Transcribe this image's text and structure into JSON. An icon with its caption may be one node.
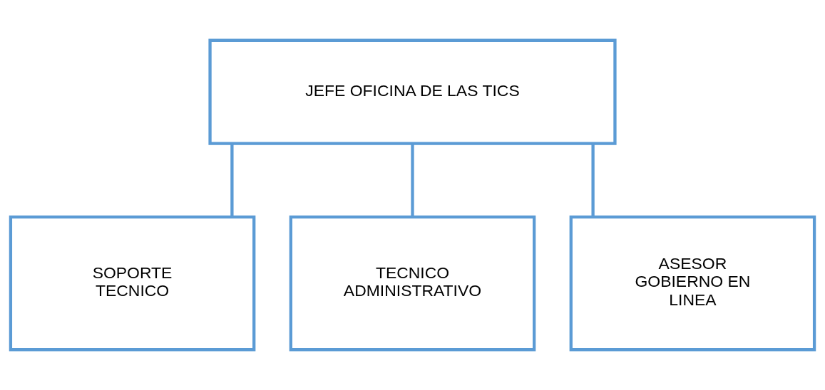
{
  "diagram": {
    "nodes": [
      {
        "text": [
          "JEFE OFICINA DE LAS TICS"
        ]
      },
      {
        "text": [
          "SOPORTE TECNICO"
        ]
      },
      {
        "text": [
          "TECNICO ADMINISTRATIVO"
        ]
      },
      {
        "text": [
          "ASESOR GOBIERNO EN LINEA"
        ]
      }
    ],
    "edges": [
      {
        "from": 0,
        "to": 1,
        "arrow": "none"
      },
      {
        "from": 0,
        "to": 2,
        "arrow": "none"
      },
      {
        "from": 0,
        "to": 3,
        "arrow": "none"
      }
    ]
  }
}
